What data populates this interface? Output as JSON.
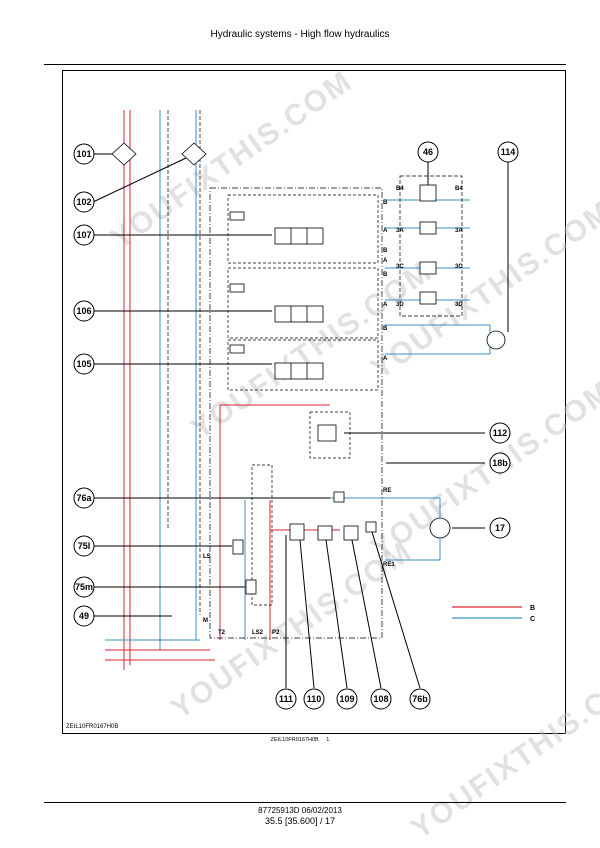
{
  "header": {
    "title": "Hydraulic systems - High flow hydraulics"
  },
  "diagram": {
    "code": "ZEIL10FR0167H0B",
    "callouts": [
      "101",
      "102",
      "107",
      "106",
      "105",
      "76a",
      "75l",
      "75m",
      "49",
      "46",
      "114",
      "112",
      "18b",
      "17",
      "111",
      "110",
      "109",
      "108",
      "76b"
    ],
    "port_labels": [
      "B",
      "A",
      "B",
      "A",
      "B",
      "A",
      "B",
      "A",
      "RE",
      "RE1",
      "LS",
      "M",
      "T2",
      "LS2",
      "P2",
      "B4",
      "3A",
      "3C",
      "3D",
      "B4",
      "3A",
      "3C",
      "3D"
    ],
    "legend": [
      {
        "label": "B",
        "color": "#d6262f"
      },
      {
        "label": "C",
        "color": "#3a90c8"
      }
    ]
  },
  "caption": {
    "code": "ZEIL10FR0167H0B",
    "num": "1"
  },
  "footer": {
    "doc": "87725913D 06/02/2013",
    "page": "35.5 [35.600] / 17"
  },
  "watermark": {
    "text": "YOUFIXTHIS.COM"
  }
}
